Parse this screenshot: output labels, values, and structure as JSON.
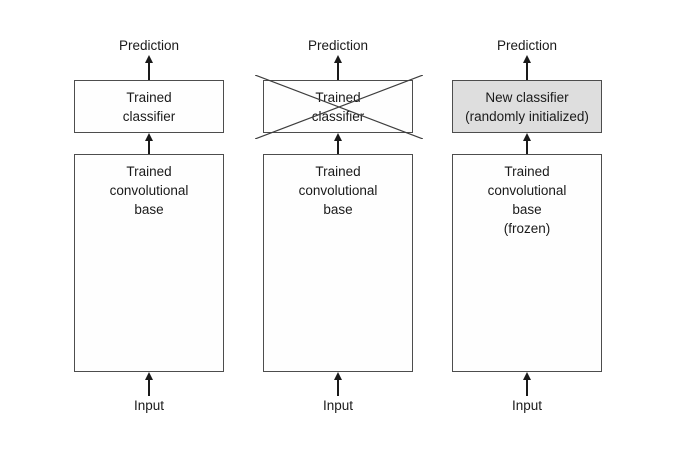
{
  "diagram": {
    "columns": [
      {
        "prediction_label": "Prediction",
        "classifier_box": {
          "lines": [
            "Trained",
            "classifier"
          ],
          "crossed_out": false,
          "highlighted": false
        },
        "base_box": {
          "lines": [
            "Trained",
            "convolutional",
            "base"
          ]
        },
        "input_label": "Input"
      },
      {
        "prediction_label": "Prediction",
        "classifier_box": {
          "lines": [
            "Trained",
            "classifier"
          ],
          "crossed_out": true,
          "highlighted": false
        },
        "base_box": {
          "lines": [
            "Trained",
            "convolutional",
            "base"
          ]
        },
        "input_label": "Input"
      },
      {
        "prediction_label": "Prediction",
        "classifier_box": {
          "lines": [
            "New classifier",
            "(randomly initialized)"
          ],
          "crossed_out": false,
          "highlighted": true
        },
        "base_box": {
          "lines": [
            "Trained",
            "convolutional",
            "base",
            "(frozen)"
          ]
        },
        "input_label": "Input"
      }
    ],
    "colors": {
      "box_border": "#4d4d4d",
      "box_fill": "#fefefe",
      "highlight_fill": "#dedede",
      "line": "#1a1a1a",
      "text": "#1a1a1a",
      "background": "#ffffff"
    }
  }
}
